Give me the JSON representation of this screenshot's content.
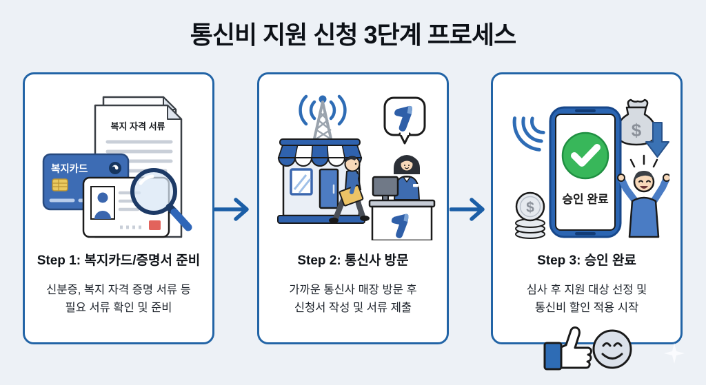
{
  "page": {
    "title": "통신비 지원 신청 3단계 프로세스",
    "background_color": "#edf1f6",
    "card_border_color": "#2264a6",
    "arrow_color": "#1b5ea6",
    "currency_symbol": "$"
  },
  "steps": [
    {
      "heading": "Step 1: 복지카드/증명서 준비",
      "body_line1": "신분증, 복지 자격 증명 서류 등",
      "body_line2": "필요 서류 확인 및 준비",
      "illustration": {
        "document_label": "복지 자격 서류",
        "card_label": "복지카드",
        "icons": [
          "welfare-documents-icon",
          "welfare-card-icon",
          "id-card-icon",
          "magnifier-icon"
        ]
      }
    },
    {
      "heading": "Step 2: 통신사 방문",
      "body_line1": "가까운 통신사 매장 방문 후",
      "body_line2": "신청서 작성 및 서류 제출",
      "illustration": {
        "icons": [
          "signal-waves-icon",
          "antenna-icon",
          "telecom-store-icon",
          "walking-customer-icon",
          "telecom-logo-bubble-icon",
          "clerk-icon",
          "service-desk-icon"
        ]
      }
    },
    {
      "heading": "Step 3: 승인 완료",
      "body_line1": "심사 후 지원 대상 선정 및",
      "body_line2": "통신비 할인 적용 시작",
      "illustration": {
        "phone_label": "승인 완료",
        "icons": [
          "signal-waves-icon",
          "smartphone-icon",
          "green-check-icon",
          "money-bag-icon",
          "discount-down-arrow-icon",
          "coins-icon",
          "cheering-person-icon",
          "thumbs-up-icon",
          "smiley-face-icon",
          "sparkle-icon"
        ]
      }
    }
  ]
}
